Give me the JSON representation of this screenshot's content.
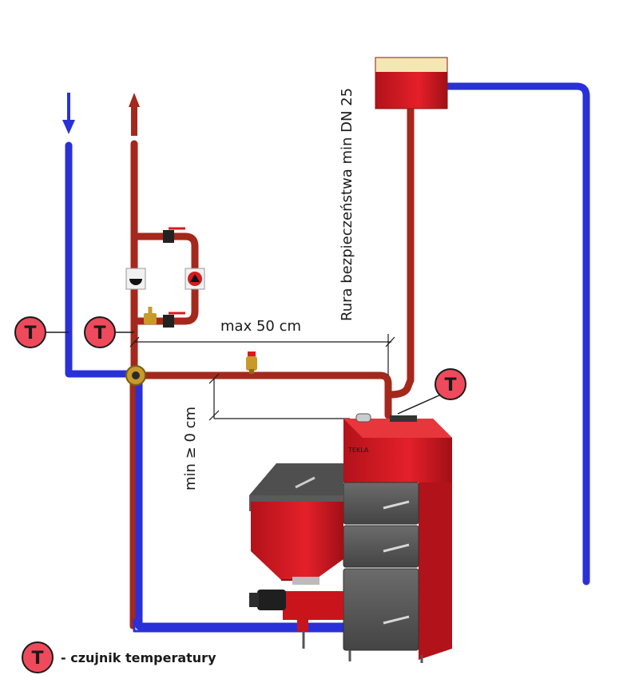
{
  "labels": {
    "max_distance": "max 50 cm",
    "min_height": "min ≥ 0 cm",
    "safety_pipe": "Rura bezpieczeństwa min DN 25",
    "brand": "TEKLA"
  },
  "sensor_symbol": "T",
  "legend": {
    "symbol": "T",
    "text": "- czujnik temperatury"
  },
  "colors": {
    "hot_pipe": "#a5281c",
    "cold_pipe": "#2a30d8",
    "boiler_red": "#d8191f",
    "boiler_grey": "#5a5a5a",
    "sensor_fill": "#ef4a5c"
  },
  "icons": [
    "flow-arrow-down-icon",
    "flow-arrow-up-icon",
    "pump-icon",
    "check-valve-icon",
    "ball-valve-icon",
    "safety-valve-icon",
    "mixing-valve-icon"
  ]
}
